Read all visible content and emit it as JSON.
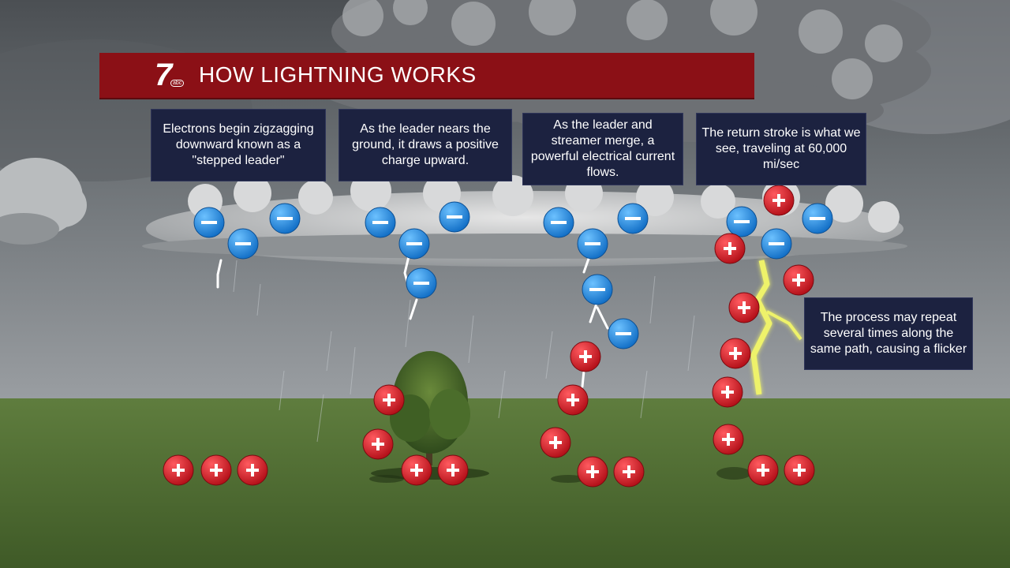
{
  "header": {
    "logo_number": "7",
    "logo_badge": "abc",
    "title": "HOW LIGHTNING WORKS"
  },
  "captions": [
    {
      "text": "Electrons begin zigzagging downward known as a \"stepped leader\""
    },
    {
      "text": "As the leader nears the ground, it draws a positive charge upward."
    },
    {
      "text": "As the leader and streamer merge, a powerful electrical current flows."
    },
    {
      "text": "The return stroke is what we see, traveling at 60,000 mi/sec"
    },
    {
      "text": "The process may repeat several times along the same path, causing a flicker"
    }
  ],
  "colors": {
    "title_bar": "#8b1016",
    "caption_bg": "#1c2240",
    "negative_charge": "#1e88e5",
    "positive_charge": "#d7141f",
    "return_stroke": "#eef26a",
    "ground": "#5a7a3a"
  },
  "charges": {
    "negative_symbol": "−",
    "positive_symbol": "+"
  }
}
